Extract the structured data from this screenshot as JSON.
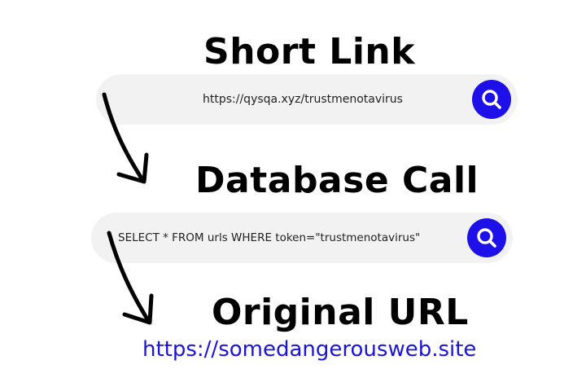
{
  "steps": {
    "short_link": {
      "title": "Short Link",
      "bar_text": "https://qysqa.xyz/trustmenotavirus",
      "button_icon": "search-icon"
    },
    "database_call": {
      "title": "Database Call",
      "bar_text": "SELECT * FROM urls WHERE token=\"trustmenotavirus\"",
      "button_icon": "search-icon"
    },
    "original_url": {
      "title": "Original URL",
      "url": "https://somedangerousweb.site"
    }
  },
  "colors": {
    "search_button": "#1d10e8",
    "link": "#1a13d9",
    "bar_background": "#f2f2f2",
    "heading": "#000000",
    "arrow": "#000000"
  }
}
